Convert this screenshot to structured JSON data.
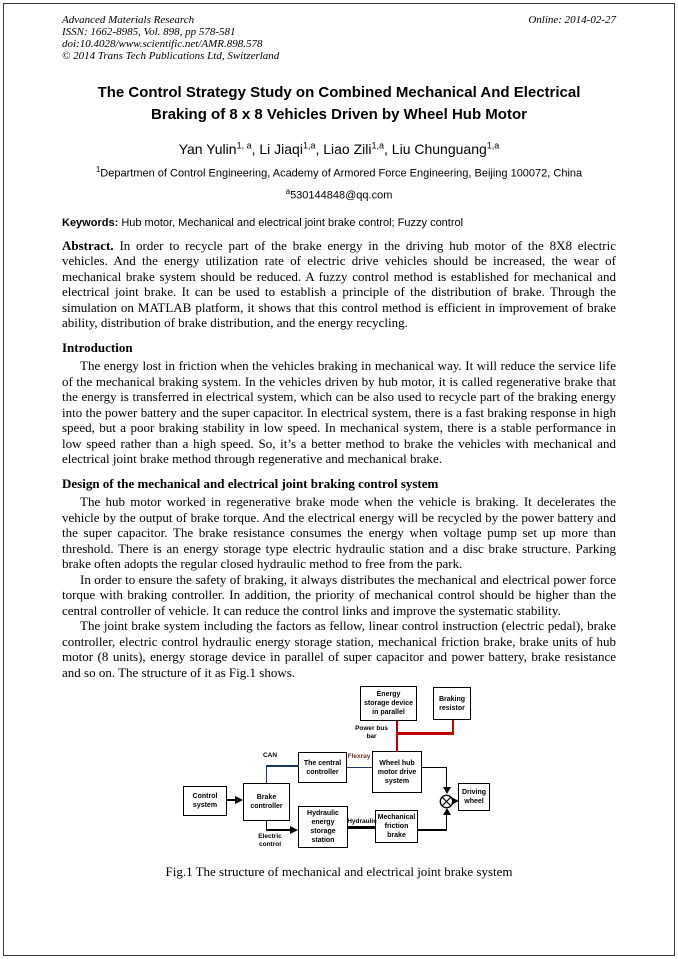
{
  "header": {
    "journal": "Advanced Materials Research",
    "issn_line": "ISSN: 1662-8985, Vol. 898, pp 578-581",
    "doi_line": "doi:10.4028/www.scientific.net/AMR.898.578",
    "copyright_line": "© 2014 Trans Tech Publications Ltd, Switzerland",
    "online_date": "Online: 2014-02-27"
  },
  "title": {
    "line1": "The Control Strategy Study on Combined Mechanical And Electrical",
    "line2": "Braking of 8 x 8 Vehicles Driven by Wheel Hub Motor"
  },
  "authors": [
    {
      "name": "Yan Yulin",
      "sup": "1, a",
      "sep": ", "
    },
    {
      "name": "Li Jiaqi",
      "sup": "1,a",
      "sep": ", "
    },
    {
      "name": "Liao Zili",
      "sup": "1,a",
      "sep": ", "
    },
    {
      "name": "Liu Chunguang",
      "sup": "1,a",
      "sep": ""
    }
  ],
  "affiliation": {
    "sup": "1",
    "text": "Departmen of Control Engineering, Academy of Armored Force Engineering, Beijing 100072, China"
  },
  "email": {
    "sup": "a",
    "text": "530144848@qq.com"
  },
  "keywords": {
    "label": "Keywords:",
    "text": "Hub motor, Mechanical and electrical joint brake control; Fuzzy control"
  },
  "abstract": {
    "label": "Abstract.",
    "text": "In order to recycle part of the brake energy in the driving hub motor of the 8X8 electric vehicles. And the energy utilization rate of electric drive vehicles should be increased, the wear of mechanical brake system should be reduced. A fuzzy control method is established for mechanical and electrical joint brake. It can be used to establish a principle of the distribution of brake. Through the simulation on MATLAB platform, it shows that this control method is efficient in improvement of brake ability, distribution of brake distribution, and the energy recycling."
  },
  "sections": [
    {
      "heading": "Introduction",
      "paragraphs": [
        "The energy lost in friction when the vehicles braking in mechanical way. It will reduce the service life of the mechanical braking system. In the vehicles driven by hub motor, it is called regenerative brake that the energy is transferred in electrical system, which can be also used to recycle part of the braking energy into the power battery and the super capacitor. In electrical system, there is a fast braking response in high speed, but a poor braking stability in low speed. In mechanical system, there is a stable performance in low speed rather than a high speed. So, it’s a better method to brake the vehicles with mechanical and electrical joint brake method through regenerative and mechanical brake."
      ]
    },
    {
      "heading": "Design of the mechanical and electrical joint braking control system",
      "paragraphs": [
        "The hub motor worked in regenerative brake mode when the vehicle is braking. It decelerates the vehicle by the output of brake torque. And the electrical energy will be recycled by the power battery and the super capacitor. The brake resistance consumes the energy when voltage pump set up more than threshold. There is an energy storage type electric hydraulic station and a disc brake structure. Parking brake often adopts the regular closed hydraulic method to free from the park.",
        "In order to ensure the safety of braking, it always distributes the mechanical and electrical power force torque with braking controller. In addition, the priority of mechanical control should be higher than the central controller of vehicle. It can reduce the control links and improve the systematic stability.",
        "The joint brake system including the factors as fellow, linear control instruction (electric pedal), brake controller, electric control hydraulic energy storage station, mechanical friction brake, brake units of hub motor (8 units), energy storage device in parallel of super capacitor and power battery, brake resistance and so on. The structure of it as Fig.1 shows."
      ]
    }
  ],
  "figure": {
    "boxes": {
      "energy_storage": "Energy\nstorage device\nin parallel",
      "braking_resistor": "Braking\nresistor",
      "central_controller": "The central\ncontroller",
      "wheel_hub": "Wheel hub\nmotor drive\nsystem",
      "control_system": "Control\nsystem",
      "brake_controller": "Brake\ncontroller",
      "hydraulic_station": "Hydraulic\nenergy\nstorage\nstation",
      "mechanical_brake": "Mechanical\nfriction\nbrake",
      "driving_wheel": "Driving\nwheel"
    },
    "labels": {
      "power_bus": "Power bus\nbar",
      "can": "CAN",
      "flexray": "Flexray",
      "electric_control": "Electric\ncontrol",
      "hydraulic": "Hydraulic"
    },
    "caption": "Fig.1 The structure of mechanical and electrical joint brake system",
    "colors": {
      "power_line": "#c00000",
      "bus_line": "#17375e",
      "flexray_text": "#6b3226"
    }
  }
}
